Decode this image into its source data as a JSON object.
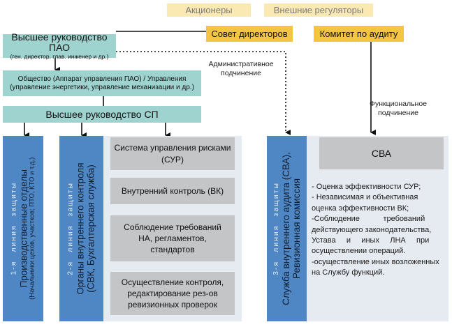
{
  "top": {
    "shareholders": "Акционеры",
    "external_regulators": "Внешние регуляторы",
    "board": "Совет директоров",
    "audit_committee": "Комитет по аудиту"
  },
  "management": {
    "title": "Высшее руководство ПАО",
    "subtitle": "(ген. директор, глав. инженер и др.)"
  },
  "society": {
    "line1": "Общество (Аппарат управления ПАО) / Управления",
    "line2": "(управление энергетики, управление механизации и др.)"
  },
  "sp_management": "Высшее руководство СП",
  "labels": {
    "admin_line1": "Административное",
    "admin_line2": "подчинение",
    "func_line1": "Функциональное",
    "func_line2": "подчинение"
  },
  "line1": {
    "label_parts": [
      "1-я",
      "линия",
      "защиты"
    ],
    "title": "Производственные отделы",
    "subtitle": "(Начальники цехов, участков; ПТО, КТО и т.д.)"
  },
  "line2": {
    "label_parts": [
      "2-я",
      "линия",
      "защиты"
    ],
    "title1": "Органы внутреннего контроля",
    "title2": "(СВК, Бухгалтерская служба)",
    "boxes": [
      {
        "line1": "Система управления рисками",
        "line2": "(СУР)"
      },
      {
        "line1": "Внутренний контроль (ВК)"
      },
      {
        "line1": "Соблюдение требований",
        "line2": "НА, регламентов,",
        "line3": "стандартов"
      },
      {
        "line1": "Осуществление контроля,",
        "line2": "редактирование рез-ов",
        "line3": "ревизионных проверок"
      }
    ]
  },
  "line3": {
    "label_parts": [
      "3-я",
      "линия",
      "защиты"
    ],
    "title1": "Служба внутреннего аудита (СВА),",
    "title2": "Ревизионная комиссия",
    "sva_box": "СВА",
    "items": [
      "- Оценка эффективности СУР;",
      "- Независимая и объективная",
      "оценка эффективности ВК;",
      "-Соблюдение           требований",
      "действующего законодательства,",
      "Устава     и     иных     ЛНА     при",
      "осуществлении операций.",
      "-осуществление иных возложенных",
      "на Службу функций."
    ]
  },
  "colors": {
    "pale_gold": "#fbe9b3",
    "gold": "#f4c542",
    "teal": "#9fd3cf",
    "blue": "#4f87c4",
    "grey": "#c3c5c6",
    "panel": "#e6eaf1"
  }
}
